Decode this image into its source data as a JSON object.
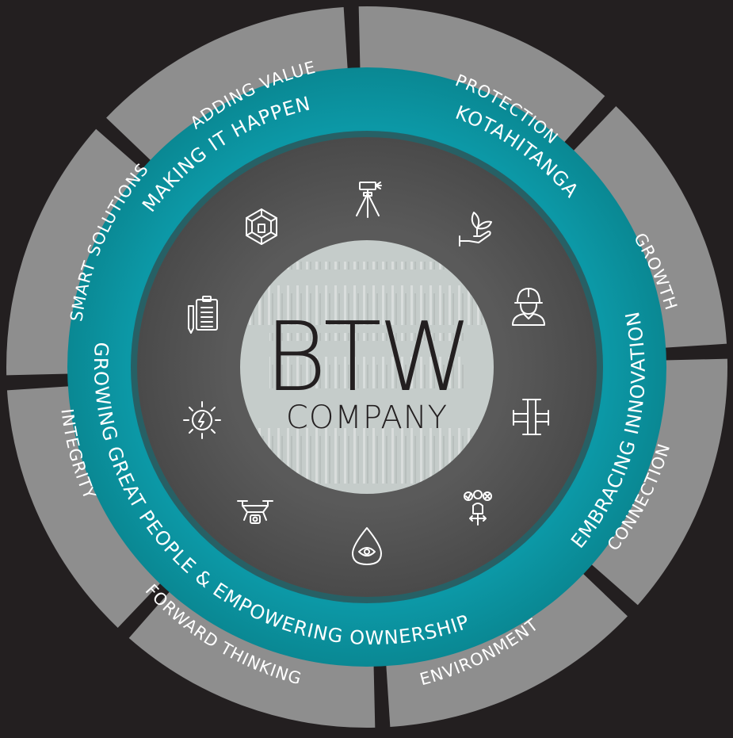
{
  "colors": {
    "background": "#231f20",
    "segment_gray": "#8e8e8e",
    "teal_ring": "#0c98a6",
    "inner_ring": "#585858",
    "center_disc": "#c5ccca"
  },
  "outer_values": [
    {
      "id": "protection",
      "label": "PROTECTION"
    },
    {
      "id": "growth",
      "label": "GROWTH"
    },
    {
      "id": "connection",
      "label": "CONNECTION"
    },
    {
      "id": "environment",
      "label": "ENVIRONMENT"
    },
    {
      "id": "forward-thinking",
      "label": "FORWARD THINKING"
    },
    {
      "id": "integrity",
      "label": "INTEGRITY"
    },
    {
      "id": "smart-solutions",
      "label": "SMART SOLUTIONS"
    },
    {
      "id": "adding-value",
      "label": "ADDING VALUE"
    }
  ],
  "ring_values": [
    {
      "id": "kotahitanga",
      "label": "KOTAHITANGA"
    },
    {
      "id": "embracing-innovation",
      "label": "EMBRACING INNOVATION"
    },
    {
      "id": "growing-great-people",
      "label": "GROWING GREAT PEOPLE & EMPOWERING OWNERSHIP"
    },
    {
      "id": "making-it-happen",
      "label": "MAKING IT HAPPEN"
    }
  ],
  "center": {
    "brand": "BTW",
    "subtitle": "COMPANY"
  },
  "icons": [
    "survey-tripod-icon",
    "hand-plant-icon",
    "worker-helmet-icon",
    "steel-beam-icon",
    "team-flow-icon",
    "water-drop-eye-icon",
    "drone-icon",
    "solar-bolt-icon",
    "clipboard-pencil-icon",
    "building-cube-icon"
  ]
}
